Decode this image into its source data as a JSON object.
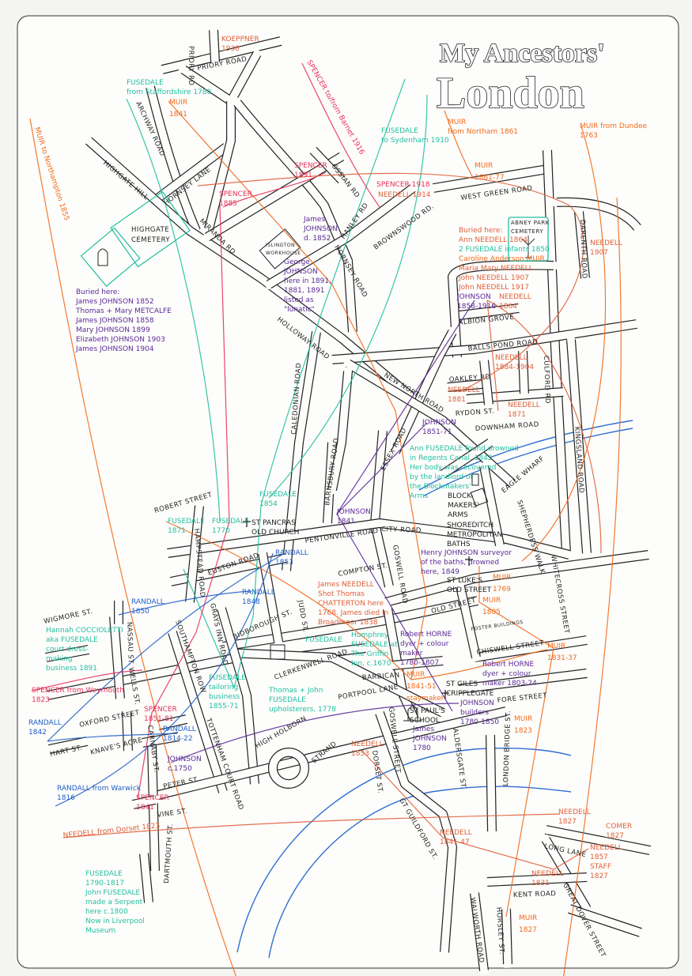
{
  "title": {
    "line1": "My Ancestors'",
    "line2": "London"
  },
  "colors": {
    "muir": "#f26a1b",
    "fusedale": "#22bfa0",
    "spencer": "#e8305a",
    "randall": "#2260c8",
    "johnson": "#5b2b98",
    "needell": "#e0603a",
    "ink": "#222222",
    "river": "#2f6fd0"
  },
  "streets": [
    "PRIORY ROAD",
    "PRIORY RD",
    "ARCHWAY ROAD",
    "HORNSEY LANE",
    "HIGHGATE HILL",
    "MIRANDA RD",
    "OSSIAN RD",
    "HANLEY RD",
    "HORNSEY ROAD",
    "HOLLOWAY ROAD",
    "BROWNSWOOD RD.",
    "WEST GREEN ROAD",
    "DARENTH ROAD",
    "ALBION GROVE",
    "BALLS POND ROAD",
    "CULFORD RD",
    "OAKLEY RD",
    "DOWNHAM ROAD",
    "ESSEX ROAD",
    "NEW NORTH ROAD",
    "RYDON ST.",
    "EAGLE WHARF",
    "SHEPHERDESS WALK",
    "KINGSLAND ROAD",
    "CALEDONIAN ROAD",
    "BARNSBURY ROAD",
    "CITY ROAD",
    "PENTONVILLE ROAD",
    "ROBERT STREET",
    "HAMPSTEAD ROAD",
    "EUSTON ROAD",
    "BIDBOROUGH ST.",
    "JUDD ST.",
    "GRAYS INN ROAD",
    "SOUTHAMPTON ROW",
    "COMPTON ST.",
    "GOSWELL ROAD",
    "OLD STREET",
    "WHITECROSS STREET",
    "CLERKENWELL ROAD",
    "PORTPOOL LANE",
    "GOSWELL STREET",
    "BARBICAN",
    "CHISWELL STREET",
    "FORE STREET",
    "ALDERSGATE ST.",
    "HIGH HOLBORN",
    "NASSAU ST.",
    "WIGMORE ST.",
    "WELLS ST.",
    "OXFORD STREET",
    "TOTTENHAM COURT ROAD",
    "CARNABY ST.",
    "PETER ST.",
    "KNAVE'S ACRE",
    "HART ST.",
    "VINE ST.",
    "STRAND",
    "DARTMOUTH ST.",
    "DORSET ST.",
    "LONDON BRIDGE ST.",
    "GT GUILDFORD ST.",
    "LONG LANE",
    "GREAT DOVER STREET",
    "KENT ROAD",
    "WALWORTH ROAD",
    "HORSLEY ST.",
    "FOSTER BUILDINGS"
  ],
  "places": {
    "highgate_cemetery": [
      "HIGHGATE",
      "CEMETERY"
    ],
    "islington_workhouse": [
      "ISLINGTON",
      "WORKHOUSE"
    ],
    "abney_park_cemetery": [
      "ABNEY PARK",
      "CEMETERY"
    ]
  },
  "annotations": [
    {
      "family": "needell",
      "lines": [
        "KOEPPNER",
        "1930"
      ]
    },
    {
      "family": "muir",
      "lines": [
        "MUIR",
        "1841"
      ]
    },
    {
      "family": "fusedale",
      "lines": [
        "FUSEDALE",
        "from Staffordshire 1780"
      ]
    },
    {
      "family": "spencer",
      "lines": [
        "SPENCER to/from Barnet 1916"
      ]
    },
    {
      "family": "fusedale",
      "lines": [
        "FUSEDALE",
        "to Sydenham 1910"
      ]
    },
    {
      "family": "muir",
      "lines": [
        "MUIR to Northampton 1855"
      ]
    },
    {
      "family": "spencer",
      "lines": [
        "SPENCER",
        "1891"
      ]
    },
    {
      "family": "spencer",
      "lines": [
        "SPENCER",
        "1885"
      ]
    },
    {
      "family": "johnson",
      "lines": [
        "James",
        "JOHNSON",
        "d. 1852"
      ]
    },
    {
      "family": "johnson",
      "lines": [
        "George",
        "JOHNSON",
        "here in 1891,",
        "1881, 1891",
        "listed as",
        "\"lunatic\""
      ]
    },
    {
      "family": "johnson",
      "lines": [
        "Buried here:",
        "James JOHNSON 1852",
        "Thomas + Mary METCALFE",
        "James JOHNSON 1858",
        "Mary JOHNSON 1899",
        "Elizabeth JOHNSON 1903",
        "James JOHNSON 1904"
      ]
    },
    {
      "family": "spencer",
      "lines": [
        "SPENCER 1918"
      ]
    },
    {
      "family": "needell",
      "lines": [
        "NEEDELL 1914"
      ]
    },
    {
      "family": "muir",
      "lines": [
        "MUIR",
        "from Northam 1861"
      ]
    },
    {
      "family": "muir",
      "lines": [
        "MUIR",
        "1861-77"
      ]
    },
    {
      "family": "muir",
      "lines": [
        "MUIR from Dundee",
        "1763"
      ]
    },
    {
      "family": "needell",
      "lines": [
        "Buried here:",
        "Ann NEEDELL 1864"
      ]
    },
    {
      "family": "fusedale",
      "lines": [
        "2 FUSEDALE infants 1850"
      ]
    },
    {
      "family": "muir",
      "lines": [
        "Caroline Anderson MUIR"
      ]
    },
    {
      "family": "needell",
      "lines": [
        "Maria Mary NEEDELL",
        "John NEEDELL 1907",
        "John NEEDELL 1917"
      ]
    },
    {
      "family": "needell",
      "lines": [
        "NEEDELL",
        "1907"
      ]
    },
    {
      "family": "johnson",
      "lines": [
        "JOHNSON",
        "1858-1916"
      ]
    },
    {
      "family": "needell",
      "lines": [
        "NEEDELL",
        "1864"
      ]
    },
    {
      "family": "needell",
      "lines": [
        "NEEDELL",
        "1884-1904"
      ]
    },
    {
      "family": "needell",
      "lines": [
        "NEEDELL",
        "1881"
      ]
    },
    {
      "family": "needell",
      "lines": [
        "NEEDELL",
        "1871"
      ]
    },
    {
      "family": "johnson",
      "lines": [
        "JOHNSON",
        "1851-71"
      ]
    },
    {
      "family": "fusedale",
      "lines": [
        "Ann FUSEDALE found drowned",
        "in Regents Canal, 1842",
        "Her body was recovered",
        "by the landlord of",
        "the Blockmakers'",
        "Arms"
      ]
    },
    {
      "family": "ink",
      "lines": [
        "BLOCK-",
        "MAKERS'",
        "ARMS"
      ]
    },
    {
      "family": "ink",
      "lines": [
        "SHOREDITCH",
        "METROPOLITAN",
        "BATHS"
      ]
    },
    {
      "family": "johnson",
      "lines": [
        "Henry JOHNSON surveyor",
        "of the baths, drowned",
        "here, 1849"
      ]
    },
    {
      "family": "johnson",
      "lines": [
        "JOHNSON",
        "1841"
      ]
    },
    {
      "family": "fusedale",
      "lines": [
        "FUSEDALE",
        "1854"
      ]
    },
    {
      "family": "fusedale",
      "lines": [
        "FUSEDALE",
        "1770"
      ]
    },
    {
      "family": "ink",
      "lines": [
        "ST PANCRAS",
        "OLD CHURCH"
      ]
    },
    {
      "family": "fusedale",
      "lines": [
        "FUSEDALE",
        "1871"
      ]
    },
    {
      "family": "randall",
      "lines": [
        "RANDALL",
        "1853"
      ]
    },
    {
      "family": "randall",
      "lines": [
        "RANDALL",
        "1848"
      ]
    },
    {
      "family": "randall",
      "lines": [
        "RANDALL",
        "1850"
      ]
    },
    {
      "family": "fusedale",
      "lines": [
        "Hannah COCCIOLETTI",
        "aka FUSEDALE",
        "court dress-",
        "making",
        "business 1891"
      ]
    },
    {
      "family": "spencer",
      "lines": [
        "SPENCER from Weymouth",
        "1823"
      ]
    },
    {
      "family": "randall",
      "lines": [
        "RANDALL",
        "1842"
      ]
    },
    {
      "family": "spencer",
      "lines": [
        "SPENCER",
        "1851-81"
      ]
    },
    {
      "family": "randall",
      "lines": [
        "RANDALL",
        "1814-22"
      ]
    },
    {
      "family": "johnson",
      "lines": [
        "JOHNSON",
        "c.1750"
      ]
    },
    {
      "family": "randall",
      "lines": [
        "RANDALL from Warwick",
        "1816"
      ]
    },
    {
      "family": "spencer",
      "lines": [
        "SPENCER",
        "1841"
      ]
    },
    {
      "family": "needell",
      "lines": [
        "NEEDELL from Dorset 1823"
      ]
    },
    {
      "family": "fusedale",
      "lines": [
        "FUSEDALE",
        "1790-1817",
        "John FUSEDALE",
        "made a Serpent",
        "here c.1800",
        "Now in Liverpool",
        "Museum"
      ]
    },
    {
      "family": "fusedale",
      "lines": [
        "FUSEDALE",
        "tailoring",
        "business",
        "1855-71"
      ]
    },
    {
      "family": "fusedale",
      "lines": [
        "Thomas + John",
        "FUSEDALE",
        "upholsterers, 1778"
      ]
    },
    {
      "family": "fusedale",
      "lines": [
        "FUSEDALE"
      ]
    },
    {
      "family": "fusedale",
      "lines": [
        "Humphrey",
        "FUSEDALE at",
        "The Griffin",
        "Inn, c.1670"
      ]
    },
    {
      "family": "needell",
      "lines": [
        "James NEEDELL",
        "Shot Thomas",
        "CHATTERTON here",
        "1768. James died in",
        "Broadmoor 1838"
      ]
    },
    {
      "family": "ink",
      "lines": [
        "ST LUKE'S",
        "OLD STREET"
      ]
    },
    {
      "family": "muir",
      "lines": [
        "MUIR",
        "1769"
      ]
    },
    {
      "family": "muir",
      "lines": [
        "MUIR",
        "1805"
      ]
    },
    {
      "family": "johnson",
      "lines": [
        "Robert HORNE",
        "dyer + colour",
        "maker",
        "1780-1807"
      ]
    },
    {
      "family": "muir",
      "lines": [
        "MUIR",
        "1831-37"
      ]
    },
    {
      "family": "muir",
      "lines": [
        "MUIR",
        "1841-51",
        "staymaker"
      ]
    },
    {
      "family": "johnson",
      "lines": [
        "Robert HORNE",
        "dyer + colour",
        "maker 1803-24"
      ]
    },
    {
      "family": "ink",
      "lines": [
        "ST GILES",
        "CRIPPLEGATE"
      ]
    },
    {
      "family": "johnson",
      "lines": [
        "JOHNSON",
        "builders",
        "1780-1850"
      ]
    },
    {
      "family": "ink",
      "lines": [
        "ST PAUL'S",
        "SCHOOL"
      ]
    },
    {
      "family": "johnson",
      "lines": [
        "James",
        "JOHNSON",
        "1780"
      ]
    },
    {
      "family": "muir",
      "lines": [
        "MUIR",
        "1823"
      ]
    },
    {
      "family": "needell",
      "lines": [
        "NEEDELL",
        "1853"
      ]
    },
    {
      "family": "needell",
      "lines": [
        "NEEDELL",
        "1841-47"
      ]
    },
    {
      "family": "needell",
      "lines": [
        "NEEDELL",
        "1827"
      ]
    },
    {
      "family": "needell",
      "lines": [
        "COMER",
        "1827"
      ]
    },
    {
      "family": "needell",
      "lines": [
        "NEEDELL",
        "1857"
      ]
    },
    {
      "family": "needell",
      "lines": [
        "STAFF",
        "1827"
      ]
    },
    {
      "family": "needell",
      "lines": [
        "NEEDELL",
        "1831"
      ]
    },
    {
      "family": "muir",
      "lines": [
        "MUIR",
        "1827"
      ]
    }
  ]
}
